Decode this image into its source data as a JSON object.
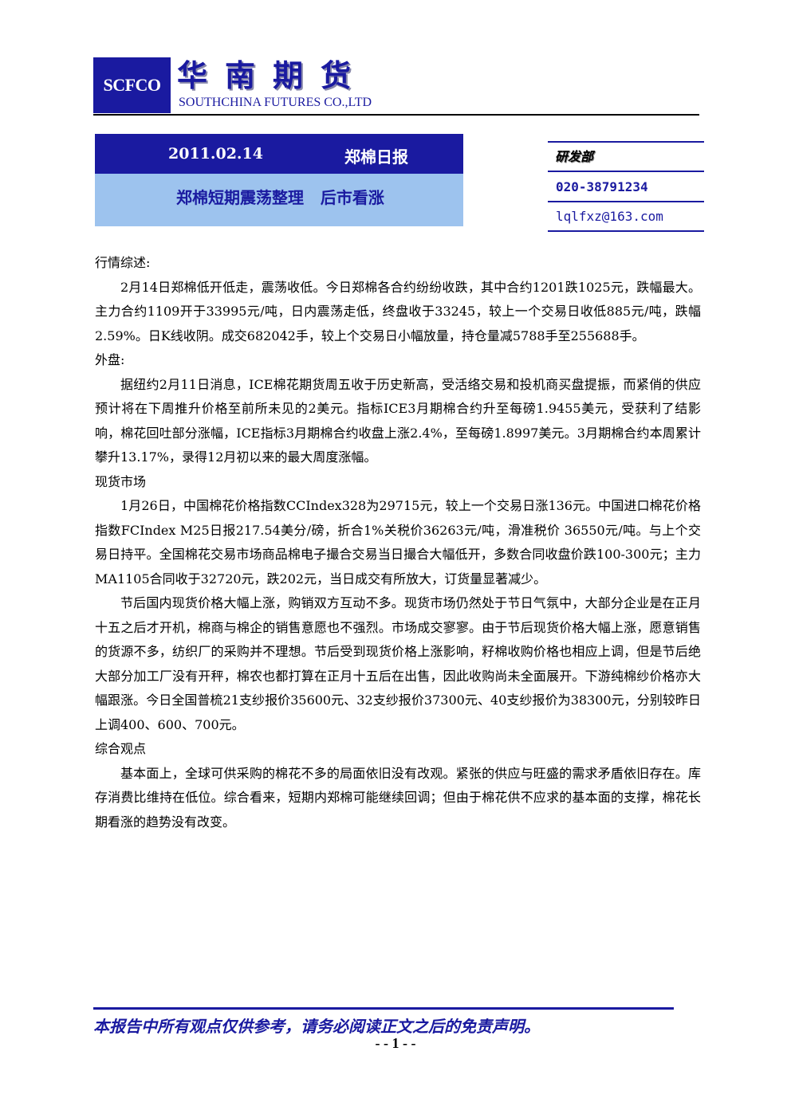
{
  "header": {
    "logo_text": "SCFCO",
    "company_cn": "华南期货",
    "company_en": "SOUTHCHINA FUTURES CO.,LTD"
  },
  "report": {
    "date": "2011.02.14",
    "type": "郑棉日报",
    "headline": "郑棉短期震荡整理   后市看涨"
  },
  "contact": {
    "dept": "研发部",
    "phone": "020-38791234",
    "email": "lqlfxz@163.com"
  },
  "paragraphs": [
    {
      "text": "行情综述:",
      "indent": false
    },
    {
      "text": "2月14日郑棉低开低走，震荡收低。今日郑棉各合约纷纷收跌，其中合约1201跌1025元，跌幅最大。主力合约1109开于33995元/吨，日内震荡走低，终盘收于33245，较上一个交易日收低885元/吨，跌幅2.59%。日K线收阴。成交682042手，较上个交易日小幅放量，持仓量减5788手至255688手。",
      "indent": true
    },
    {
      "text": "外盘:",
      "indent": false
    },
    {
      "text": "据纽约2月11日消息，ICE棉花期货周五收于历史新高，受活络交易和投机商买盘提振，而紧俏的供应预计将在下周推升价格至前所未见的2美元。指标ICE3月期棉合约升至每磅1.9455美元，受获利了结影响，棉花回吐部分涨幅，ICE指标3月期棉合约收盘上涨2.4%，至每磅1.8997美元。3月期棉合约本周累计攀升13.17%，录得12月初以来的最大周度涨幅。",
      "indent": true
    },
    {
      "text": "现货市场",
      "indent": false
    },
    {
      "text": "1月26日，中国棉花价格指数CCIndex328为29715元，较上一个交易日涨136元。中国进口棉花价格指数FCIndex M25日报217.54美分/磅，折合1%关税价36263元/吨，滑准税价 36550元/吨。与上个交易日持平。全国棉花交易市场商品棉电子撮合交易当日撮合大幅低开，多数合同收盘价跌100-300元；主力MA1105合同收于32720元，跌202元，当日成交有所放大，订货量显著减少。",
      "indent": true
    },
    {
      "text": "节后国内现货价格大幅上涨，购销双方互动不多。现货市场仍然处于节日气氛中，大部分企业是在正月十五之后才开机，棉商与棉企的销售意愿也不强烈。市场成交寥寥。由于节后现货价格大幅上涨，愿意销售的货源不多，纺织厂的采购并不理想。节后受到现货价格上涨影响，籽棉收购价格也相应上调，但是节后绝大部分加工厂没有开秤，棉农也都打算在正月十五后在出售，因此收购尚未全面展开。下游纯棉纱价格亦大幅跟涨。今日全国普梳21支纱报价35600元、32支纱报价37300元、40支纱报价为38300元，分别较昨日上调400、600、700元。",
      "indent": true
    },
    {
      "text": "综合观点",
      "indent": false
    },
    {
      "text": "基本面上，全球可供采购的棉花不多的局面依旧没有改观。紧张的供应与旺盛的需求矛盾依旧存在。库存消费比维持在低位。综合看来，短期内郑棉可能继续回调；但由于棉花供不应求的基本面的支撑，棉花长期看涨的趋势没有改变。",
      "indent": true
    }
  ],
  "footer": {
    "disclaimer": "本报告中所有观点仅供参考，请务必阅读正文之后的免责声明。",
    "page": "- - 1 - -"
  },
  "colors": {
    "brand": "#1a1aa0",
    "title_bg": "#9dc3ee"
  }
}
